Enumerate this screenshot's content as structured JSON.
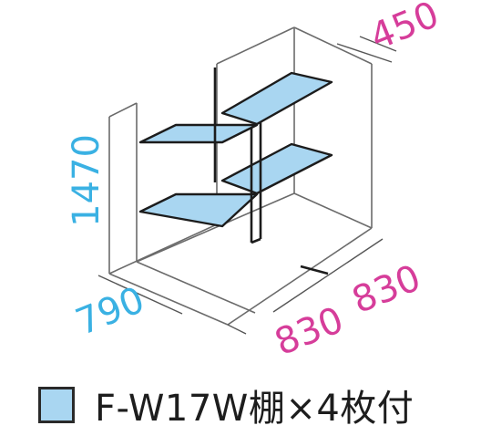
{
  "dimensions": {
    "depth_top": "450",
    "height": "1470",
    "depth_left": "790",
    "width_front": "830",
    "width_back": "830"
  },
  "legend": {
    "label": "F-W17W棚×4枚付"
  },
  "colors": {
    "shelf_fill": "#a9d6f1",
    "depth_text": "#d63d9a",
    "height_text": "#3ab1e3",
    "outline": "#555555",
    "frame": "#1c1c1c"
  }
}
